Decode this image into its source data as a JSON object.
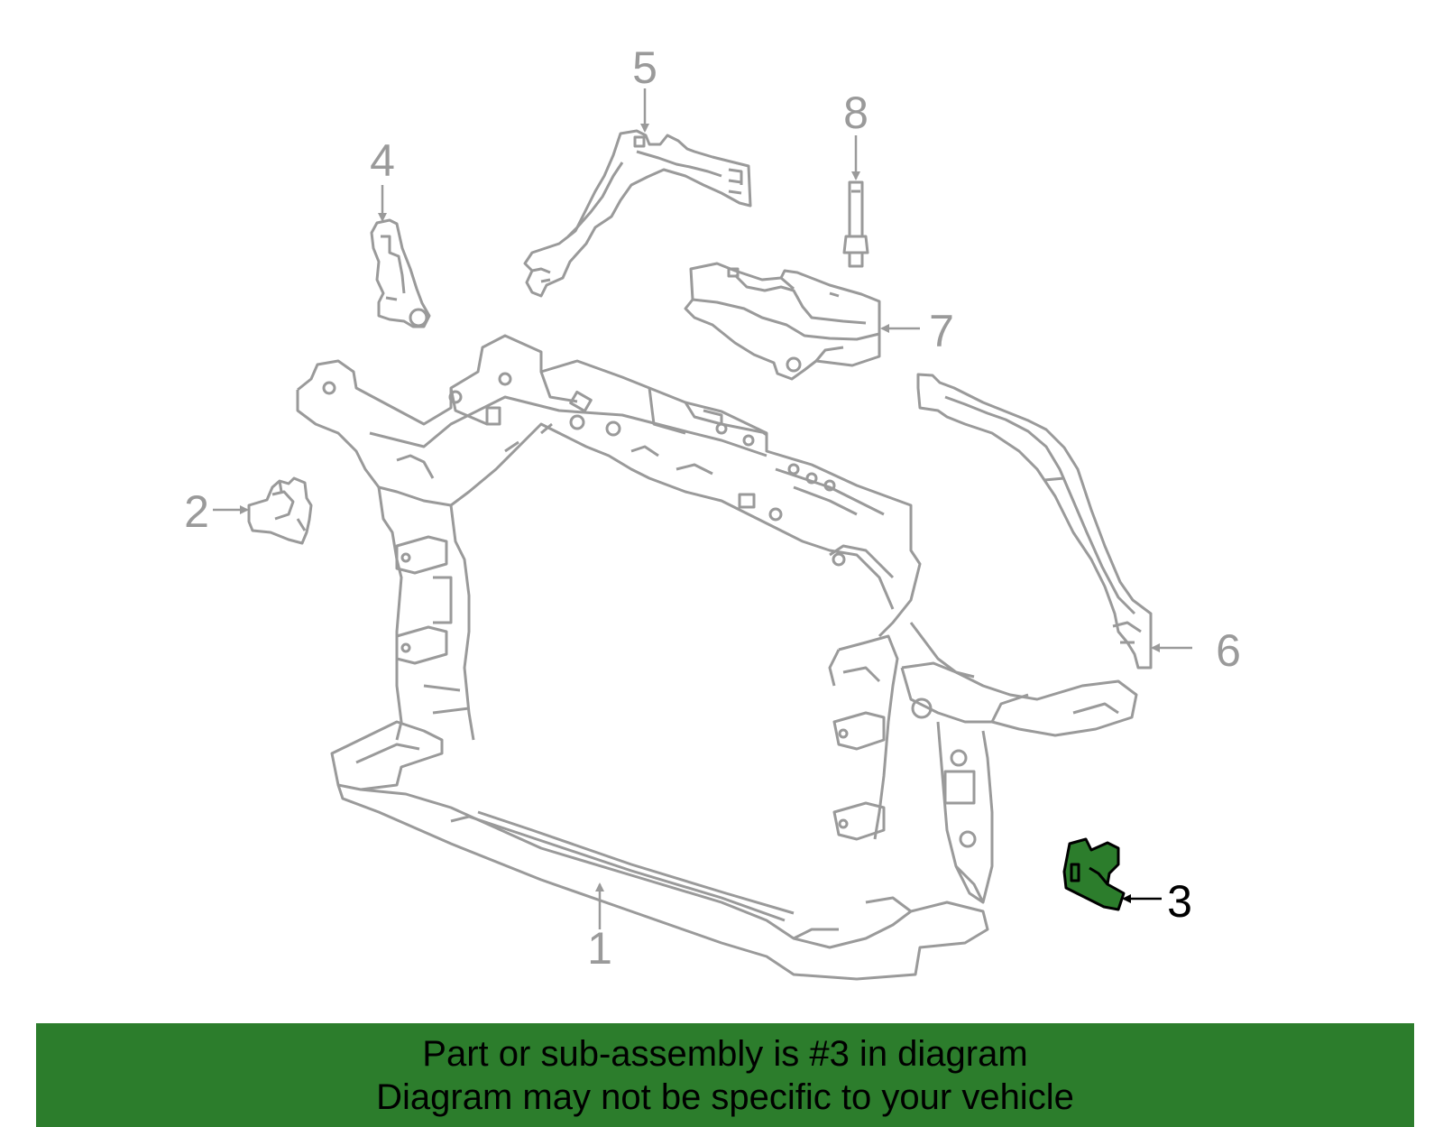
{
  "callouts": [
    {
      "id": "1",
      "label": "1"
    },
    {
      "id": "2",
      "label": "2"
    },
    {
      "id": "3",
      "label": "3"
    },
    {
      "id": "4",
      "label": "4"
    },
    {
      "id": "5",
      "label": "5"
    },
    {
      "id": "6",
      "label": "6"
    },
    {
      "id": "7",
      "label": "7"
    },
    {
      "id": "8",
      "label": "8"
    }
  ],
  "highlighted_part": "3",
  "banner": {
    "line1": "Part or sub-assembly is #3 in diagram",
    "line2": "Diagram may not be specific to your vehicle"
  },
  "colors": {
    "line_art": "#9a9a9a",
    "highlight_fill": "#2c7d2c",
    "highlight_stroke": "#000000",
    "banner_bg": "#2c7d2c",
    "banner_text": "#000000",
    "callout_active": "#000000",
    "callout_inactive": "#9a9a9a"
  }
}
